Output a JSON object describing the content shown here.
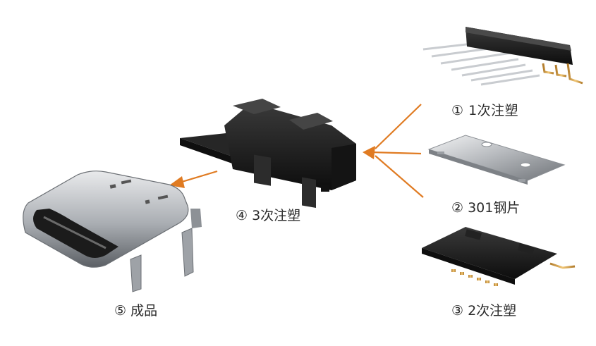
{
  "labels": {
    "step1": "① 1次注塑",
    "step2": "② 301钢片",
    "step3": "③ 2次注塑",
    "step4": "④  3次注塑",
    "step5": "⑤ 成品"
  },
  "colors": {
    "arrow": "#e07b22",
    "plastic": "#1b1b1b",
    "metal": "#b9bcc0",
    "gold": "#d9a24a"
  }
}
